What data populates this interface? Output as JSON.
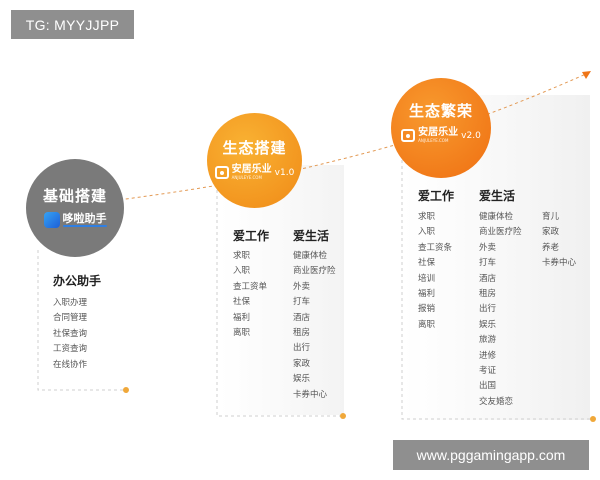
{
  "watermark_top": "TG: MYYJJPP",
  "watermark_bottom": "www.pggamingapp.com",
  "colors": {
    "gray": "#7a7a7a",
    "orange_light": "#f5a12a",
    "orange_dark": "#ef7517",
    "dash": "#e39a55",
    "dot": "#f0a83a"
  },
  "stages": [
    {
      "title": "基础搭建",
      "logo_name": "哆啦助手",
      "logo_sub": "",
      "columns": [
        {
          "heading": "办公助手",
          "items": [
            "入职办理",
            "合同管理",
            "社保查询",
            "工资查询",
            "在线协作"
          ]
        }
      ]
    },
    {
      "title": "生态搭建",
      "logo_name": "安居乐业",
      "logo_sub": "ANJULEYE.COM",
      "version": "v1.0",
      "columns": [
        {
          "heading": "爱工作",
          "items": [
            "求职",
            "入职",
            "查工资单",
            "社保",
            "福利",
            "离职"
          ]
        },
        {
          "heading": "爱生活",
          "items": [
            "健康体检",
            "商业医疗险",
            "外卖",
            "打车",
            "酒店",
            "租房",
            "出行",
            "家政",
            "娱乐",
            "卡券中心"
          ]
        }
      ]
    },
    {
      "title": "生态繁荣",
      "logo_name": "安居乐业",
      "logo_sub": "ANJULEYE.COM",
      "version": "v2.0",
      "columns": [
        {
          "heading": "爱工作",
          "items": [
            "求职",
            "入职",
            "查工资条",
            "社保",
            "培训",
            "福利",
            "报销",
            "离职"
          ]
        },
        {
          "heading": "爱生活",
          "items": [
            "健康体检",
            "商业医疗险",
            "外卖",
            "打车",
            "酒店",
            "租房",
            "出行",
            "娱乐",
            "旅游",
            "进修",
            "考证",
            "出国",
            "交友婚恋"
          ]
        },
        {
          "heading": "",
          "items": [
            "育儿",
            "家政",
            "养老",
            "卡券中心"
          ]
        }
      ]
    }
  ]
}
